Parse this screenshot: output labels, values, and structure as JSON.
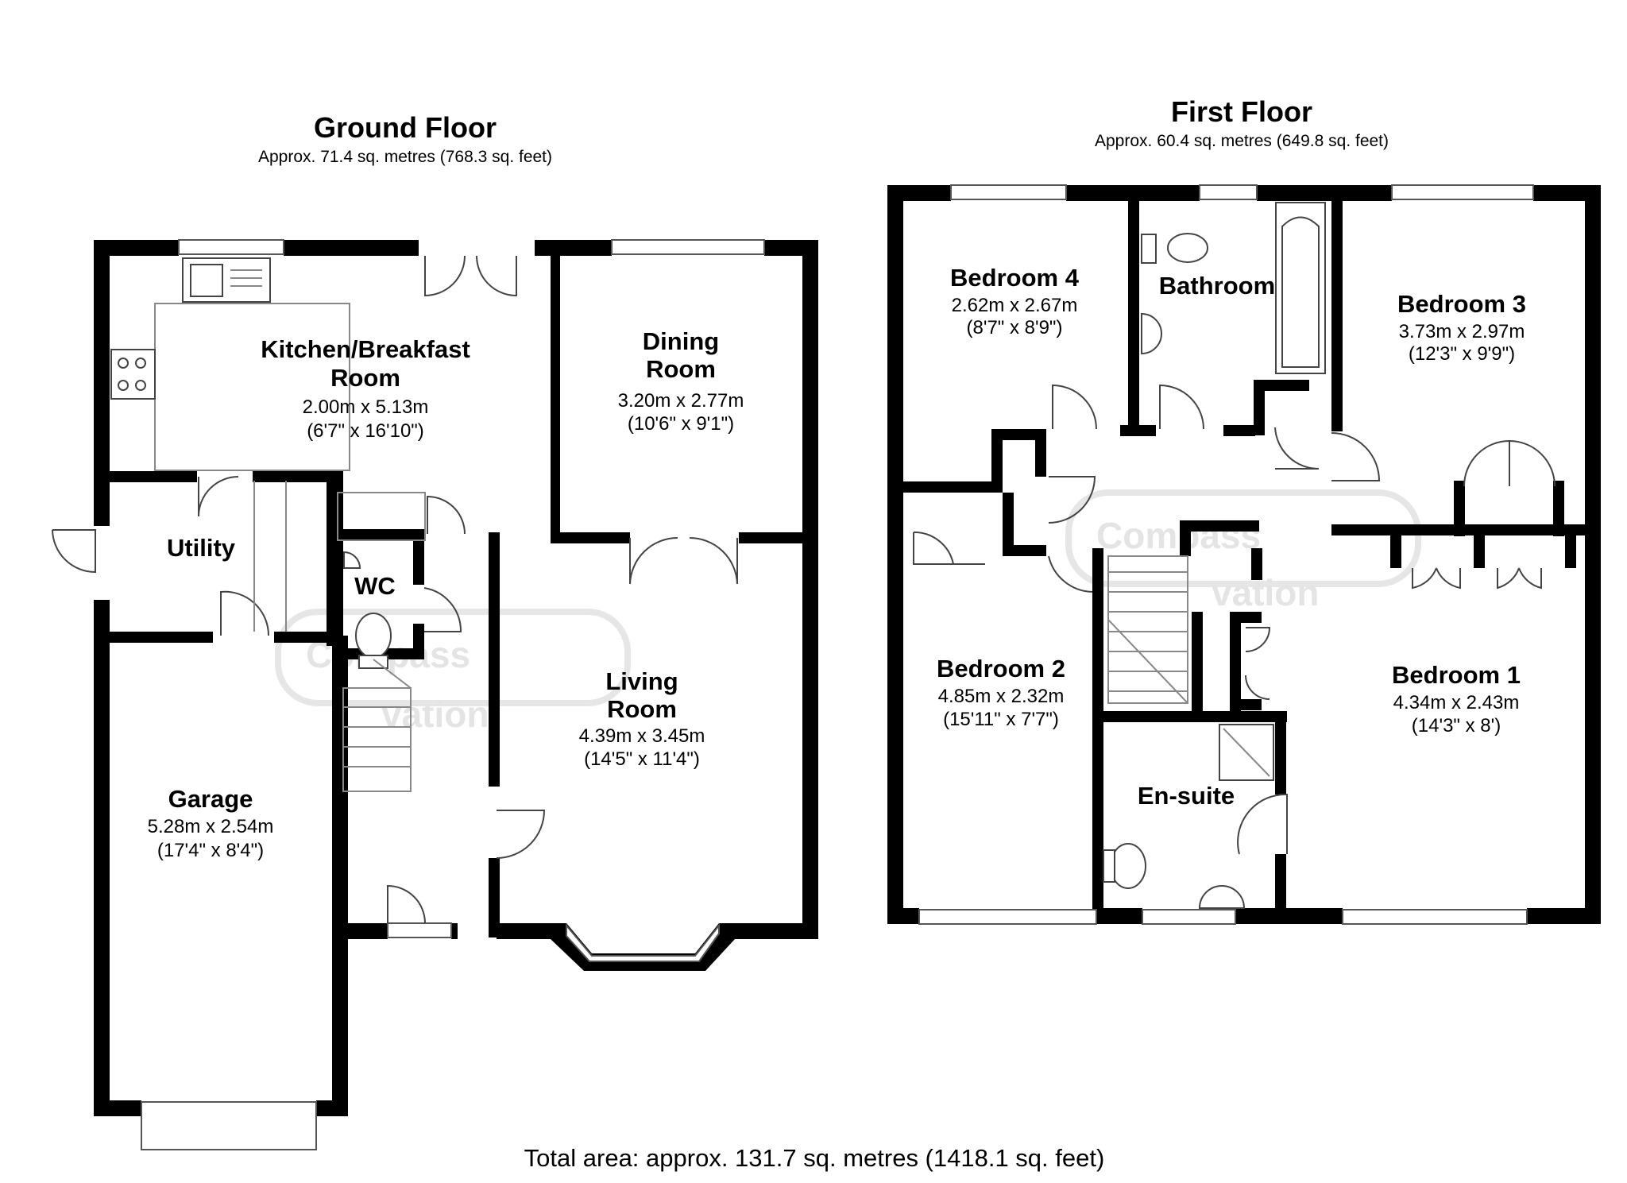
{
  "ground_floor": {
    "title": "Ground Floor",
    "area": "Approx. 71.4 sq. metres (768.3 sq. feet)",
    "rooms": {
      "kitchen": {
        "name_line1": "Kitchen/Breakfast",
        "name_line2": "Room",
        "metric": "2.00m x 5.13m",
        "imperial": "(6'7\" x 16'10\")"
      },
      "dining": {
        "name_line1": "Dining",
        "name_line2": "Room",
        "metric": "3.20m x 2.77m",
        "imperial": "(10'6\" x 9'1\")"
      },
      "utility": {
        "name": "Utility"
      },
      "wc": {
        "name": "WC"
      },
      "living": {
        "name_line1": "Living",
        "name_line2": "Room",
        "metric": "4.39m x 3.45m",
        "imperial": "(14'5\" x 11'4\")"
      },
      "garage": {
        "name": "Garage",
        "metric": "5.28m x 2.54m",
        "imperial": "(17'4\" x 8'4\")"
      }
    }
  },
  "first_floor": {
    "title": "First Floor",
    "area": "Approx. 60.4 sq. metres (649.8 sq. feet)",
    "rooms": {
      "bedroom4": {
        "name": "Bedroom 4",
        "metric": "2.62m x 2.67m",
        "imperial": "(8'7\" x 8'9\")"
      },
      "bathroom": {
        "name": "Bathroom"
      },
      "bedroom3": {
        "name": "Bedroom 3",
        "metric": "3.73m x 2.97m",
        "imperial": "(12'3\" x 9'9\")"
      },
      "bedroom2": {
        "name": "Bedroom 2",
        "metric": "4.85m x 2.32m",
        "imperial": "(15'11\" x 7'7\")"
      },
      "bedroom1": {
        "name": "Bedroom 1",
        "metric": "4.34m x 2.43m",
        "imperial": "(14'3\" x 8')"
      },
      "ensuite": {
        "name": "En-suite"
      }
    }
  },
  "total_area": "Total area: approx. 131.7 sq. metres (1418.1 sq. feet)",
  "watermark": {
    "line1": "Compass",
    "line2": "vation"
  }
}
